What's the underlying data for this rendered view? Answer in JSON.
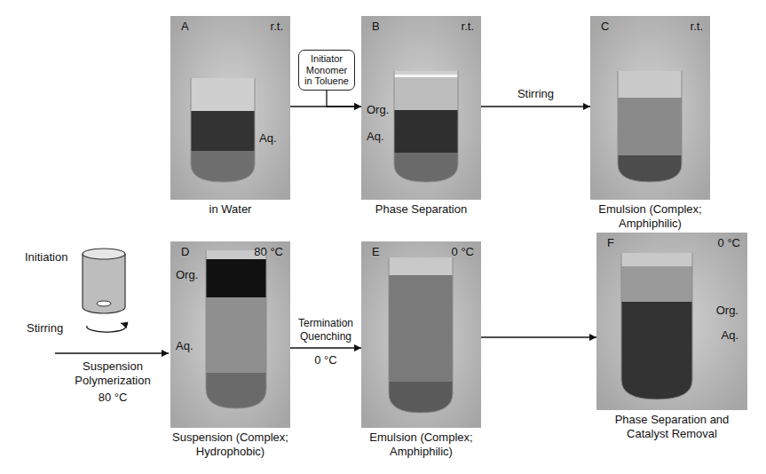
{
  "diagram": {
    "nodes": [
      {
        "text": [
          "A",
          "r.t.",
          "Aq.",
          "in Water"
        ]
      },
      {
        "text": [
          "Initiator Monomer in Toluene"
        ]
      },
      {
        "text": [
          "B",
          "r.t.",
          "Org.",
          "Aq.",
          "Phase Separation"
        ]
      },
      {
        "text": [
          "C",
          "r.t.",
          "Emulsion (Complex; Amphiphilic)"
        ]
      },
      {
        "text": [
          "D",
          "80 °C",
          "Org.",
          "Aq.",
          "Suspension (Complex; Hydrophobic)"
        ]
      },
      {
        "text": [
          "E",
          "0 °C",
          "Emulsion (Complex; Amphiphilic)"
        ]
      },
      {
        "text": [
          "F",
          "0 °C",
          "Org.",
          "Aq.",
          "Phase Separation and Catalyst Removal"
        ]
      }
    ],
    "edges": [
      {
        "from": 0,
        "to": 2,
        "arrow": "to"
      },
      {
        "from": 1,
        "to": 2,
        "arrow": "to"
      },
      {
        "from": 2,
        "to": 3,
        "label": "Stirring",
        "arrow": "to"
      },
      {
        "from": 4,
        "to": 5,
        "label": "Termination Quenching",
        "arrow": "to"
      },
      {
        "from": 5,
        "to": 6,
        "arrow": "to"
      }
    ],
    "labels": [
      "Initiation",
      "Stirring",
      "Suspension Polymerization",
      "80 °C",
      "0 °C"
    ]
  }
}
